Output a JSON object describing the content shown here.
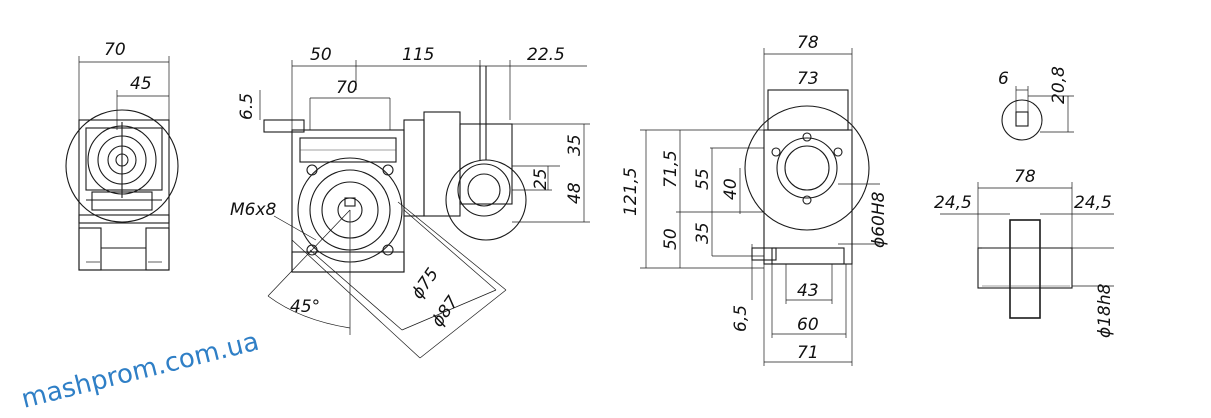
{
  "watermark": {
    "text": "mashprom.com.ua",
    "color": "#2f7fc6"
  },
  "views": {
    "side": {
      "width": "70",
      "inner": "45"
    },
    "front": {
      "d1": "50",
      "d2": "115",
      "d3": "22.5",
      "top": "70",
      "left": "6.5",
      "bolt": "M6x8",
      "angle": "45°",
      "dia1": "ϕ75",
      "dia2": "ϕ87",
      "r1": "35",
      "r2": "25",
      "r3": "48"
    },
    "end": {
      "w1": "78",
      "w2": "73",
      "h_total": "121,5",
      "h_up": "71,5",
      "h_low": "50",
      "v55": "55",
      "v40": "40",
      "v35": "35",
      "bore": "ϕ60H8",
      "b43": "43",
      "b60": "60",
      "b71": "71",
      "b65": "6,5"
    },
    "shaft": {
      "key": "6",
      "height": "20,8",
      "length": "78",
      "left": "24,5",
      "right": "24,5",
      "dia": "ϕ18h8"
    }
  }
}
